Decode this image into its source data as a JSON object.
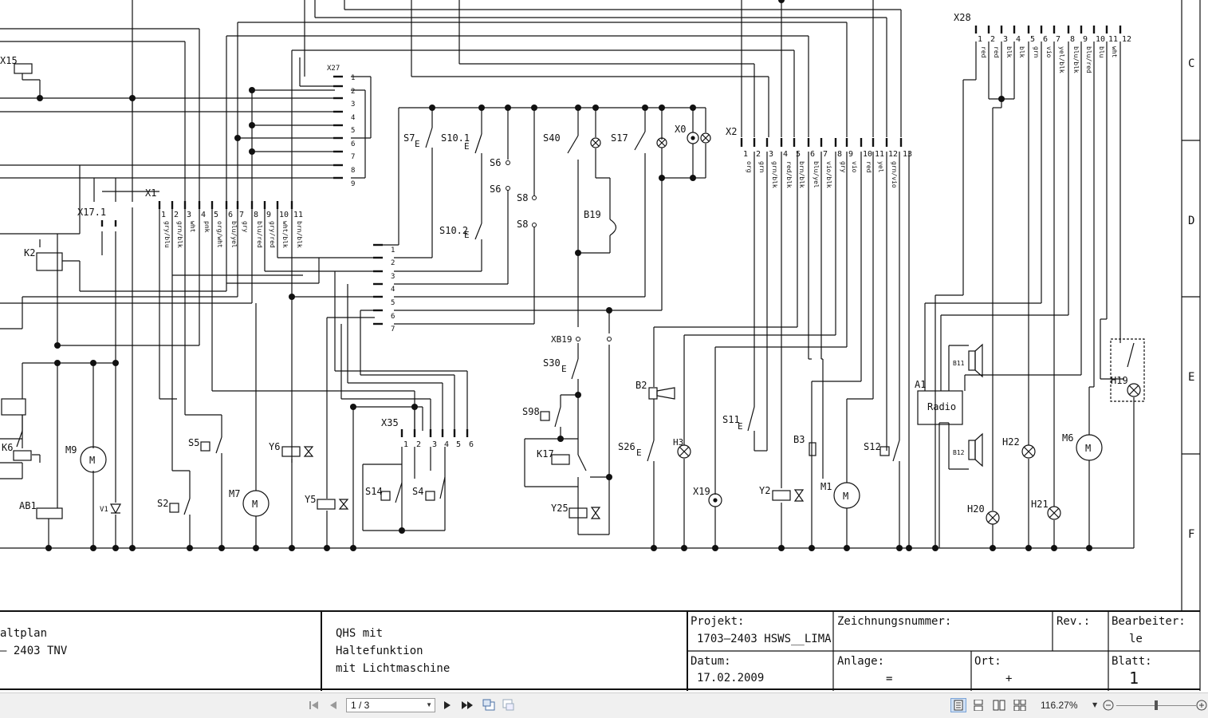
{
  "title_block": {
    "left_line1": "altplan",
    "left_line2": "– 2403 TNV",
    "desc_line1": "QHS mit",
    "desc_line2": "Haltefunktion",
    "desc_line3": "mit Lichtmaschine",
    "projekt_label": "Projekt:",
    "projekt_value": "1703–2403 HSWS__LIMA",
    "zeichnungsnummer_label": "Zeichnungsnummer:",
    "rev_label": "Rev.:",
    "bearbeiter_label": "Bearbeiter:",
    "bearbeiter_value": "le",
    "datum_label": "Datum:",
    "datum_value": "17.02.2009",
    "anlage_label": "Anlage:",
    "anlage_value": "=",
    "ort_label": "Ort:",
    "ort_value": "+",
    "blatt_label": "Blatt:",
    "blatt_value": "1"
  },
  "zones": [
    "C",
    "D",
    "E",
    "F"
  ],
  "components": {
    "x15": "X15",
    "x27": "X27",
    "x1": "X1",
    "x171": "X17.1",
    "k2": "K2",
    "k6": "K6",
    "m9": "M9",
    "ab1": "AB1",
    "v1": "V1",
    "s5": "S5",
    "s2": "S2",
    "m7": "M7",
    "y6": "Y6",
    "y5": "Y5",
    "x35": "X35",
    "s14": "S14",
    "s4": "S4",
    "s7": "S7",
    "s101": "S10.1",
    "s102": "S10.2",
    "s6": "S6",
    "s8": "S8",
    "s40": "S40",
    "s17": "S17",
    "x0": "X0",
    "b19": "B19",
    "xb19": "XB19",
    "s30": "S30",
    "s98": "S98",
    "k17": "K17",
    "y25": "Y25",
    "b2": "B2",
    "s26": "S26",
    "h3": "H3",
    "x19": "X19",
    "x2": "X2",
    "s11": "S11",
    "y2": "Y2",
    "b3": "B3",
    "m1": "M1",
    "s12": "S12",
    "x28": "X28",
    "a1": "A1",
    "radio": "Radio",
    "b11": "B11",
    "b12": "B12",
    "h19": "H19",
    "h20": "H20",
    "h21": "H21",
    "h22": "H22",
    "m6": "M6",
    "motor_symbol": "M",
    "e_mark": "E"
  },
  "x1_wires": [
    "gry/blu",
    "grn/blk",
    "wht",
    "pnk",
    "org/wht",
    "blu/yel",
    "gry",
    "blu/red",
    "gry/red",
    "wht/blk",
    "brn/blk"
  ],
  "x2_wires": [
    "org",
    "grn",
    "grn/blk",
    "red/blk",
    "brn/blk",
    "blu/yel",
    "vio/blk",
    "gry",
    "vio",
    "red",
    "yel",
    "grn/vio"
  ],
  "x28_wires": [
    "red",
    "red",
    "blk",
    "blk",
    "grn",
    "vio",
    "yel/blk",
    "blu/blk",
    "blu/red",
    "blu",
    "wht"
  ],
  "toolbar": {
    "page_indicator": "1 / 3",
    "zoom": "116.27%"
  }
}
